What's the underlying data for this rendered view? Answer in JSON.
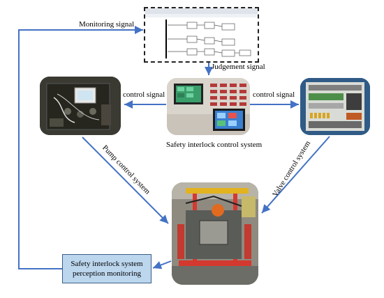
{
  "labels": {
    "monitoring_signal": "Monitoring signal",
    "judgement_signal": "Judgement signal",
    "control_signal_left": "control signal",
    "control_signal_right": "control signal",
    "safety_system": "Safety interlock control system",
    "pump_control": "Pump control system",
    "valve_control": "Valve control system",
    "perception_line1": "Safety interlock system",
    "perception_line2": "perception monitoring"
  },
  "colors": {
    "arrow": "#4472c4",
    "box_fill": "#bcd6ee",
    "box_border": "#3b5d86"
  }
}
